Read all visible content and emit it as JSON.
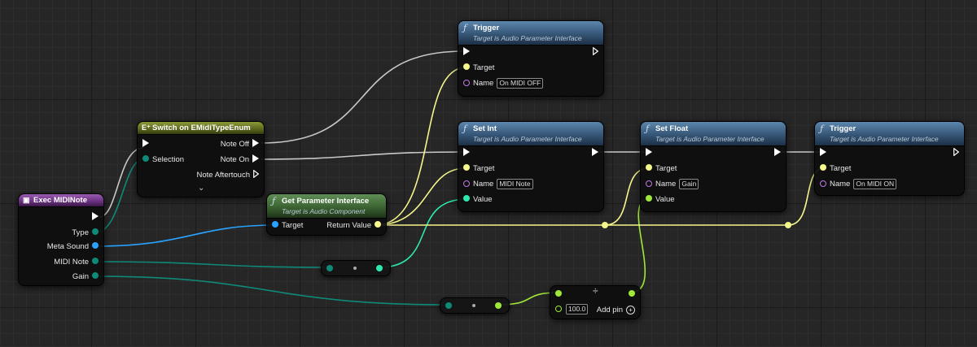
{
  "nodes": {
    "exec_midi_note": {
      "title": "Exec MIDINote",
      "outputs": [
        "Type",
        "Meta Sound",
        "MIDI Note",
        "Gain"
      ]
    },
    "switch_enum": {
      "title": "Switch on EMidiTypeEnum",
      "input_selection": "Selection",
      "outputs": [
        "Note Off",
        "Note On",
        "Note Aftertouch"
      ]
    },
    "get_param_interface": {
      "title": "Get Parameter Interface",
      "subtitle": "Target is Audio Component",
      "input": "Target",
      "output": "Return Value"
    },
    "trigger_off": {
      "title": "Trigger",
      "subtitle": "Target is Audio Parameter Interface",
      "target": "Target",
      "name_label": "Name",
      "name_value": "On MIDI OFF"
    },
    "set_int": {
      "title": "Set Int",
      "subtitle": "Target is Audio Parameter Interface",
      "target": "Target",
      "name_label": "Name",
      "name_value": "MIDI Note",
      "value_label": "Value"
    },
    "set_float": {
      "title": "Set Float",
      "subtitle": "Target is Audio Parameter Interface",
      "target": "Target",
      "name_label": "Name",
      "name_value": "Gain",
      "value_label": "Value"
    },
    "trigger_on": {
      "title": "Trigger",
      "subtitle": "Target is Audio Parameter Interface",
      "target": "Target",
      "name_label": "Name",
      "name_value": "On MIDI ON"
    },
    "divide": {
      "operator": "÷",
      "input_value": "100.0",
      "add_pin": "Add pin"
    }
  },
  "colors": {
    "exec_wire": "#e0e0e0",
    "object_wire": "#f5f68b",
    "byte_wire": "#0e8a78",
    "audio_wire": "#29a3ff",
    "int_wire": "#2ee8b0",
    "float_wire": "#9fe83a",
    "function_header": "#365677",
    "pure_header": "#3b6332",
    "switch_header": "#5f6a1e",
    "event_header": "#6d3384"
  },
  "icons": [
    "function-icon",
    "switch-icon",
    "event-icon",
    "exec-pin-icon",
    "data-pin-icon",
    "expand-chevron-icon",
    "add-pin-icon"
  ]
}
